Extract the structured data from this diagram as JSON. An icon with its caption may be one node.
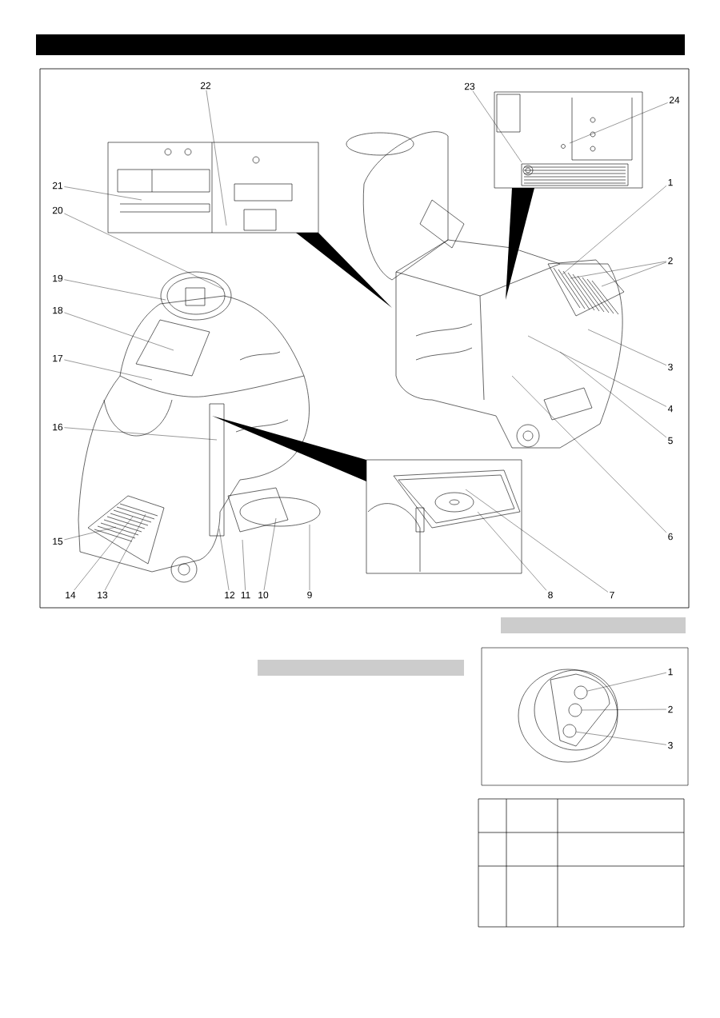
{
  "diagram": {
    "nodes": [
      {
        "text": [
          "1"
        ]
      },
      {
        "text": [
          "2"
        ]
      },
      {
        "text": [
          "3"
        ]
      },
      {
        "text": [
          "4"
        ]
      },
      {
        "text": [
          "5"
        ]
      },
      {
        "text": [
          "6"
        ]
      },
      {
        "text": [
          "7"
        ]
      },
      {
        "text": [
          "8"
        ]
      },
      {
        "text": [
          "9"
        ]
      },
      {
        "text": [
          "10"
        ]
      },
      {
        "text": [
          "11"
        ]
      },
      {
        "text": [
          "12"
        ]
      },
      {
        "text": [
          "13"
        ]
      },
      {
        "text": [
          "14"
        ]
      },
      {
        "text": [
          "15"
        ]
      },
      {
        "text": [
          "16"
        ]
      },
      {
        "text": [
          "17"
        ]
      },
      {
        "text": [
          "18"
        ]
      },
      {
        "text": [
          "19"
        ]
      },
      {
        "text": [
          "20"
        ]
      },
      {
        "text": [
          "21"
        ]
      },
      {
        "text": [
          "22"
        ]
      },
      {
        "text": [
          "23"
        ]
      },
      {
        "text": [
          "24"
        ]
      },
      {
        "text": [
          "1"
        ]
      },
      {
        "text": [
          "2"
        ]
      },
      {
        "text": [
          "3"
        ]
      },
      {
        "text": [],
        "shape": "bar"
      },
      {
        "text": [],
        "shape": "bar"
      },
      {
        "text": [],
        "shape": "circle"
      },
      {
        "text": [],
        "shape": "circle"
      },
      {
        "text": [],
        "shape": "circle"
      }
    ],
    "edges": [
      {
        "from": 0,
        "to": null,
        "arrow": "none"
      },
      {
        "from": 1,
        "to": null,
        "arrow": "none"
      },
      {
        "from": 1,
        "to": null,
        "arrow": "none"
      },
      {
        "from": 2,
        "to": null,
        "arrow": "none"
      },
      {
        "from": 3,
        "to": null,
        "arrow": "none"
      },
      {
        "from": 4,
        "to": null,
        "arrow": "none"
      },
      {
        "from": 5,
        "to": null,
        "arrow": "none"
      },
      {
        "from": 6,
        "to": null,
        "arrow": "none"
      },
      {
        "from": 7,
        "to": null,
        "arrow": "none"
      },
      {
        "from": 8,
        "to": null,
        "arrow": "none"
      },
      {
        "from": 9,
        "to": null,
        "arrow": "none"
      },
      {
        "from": 10,
        "to": null,
        "arrow": "none"
      },
      {
        "from": 11,
        "to": null,
        "arrow": "none"
      },
      {
        "from": 12,
        "to": null,
        "arrow": "none"
      },
      {
        "from": 13,
        "to": null,
        "arrow": "none"
      },
      {
        "from": 14,
        "to": null,
        "arrow": "none"
      },
      {
        "from": 15,
        "to": null,
        "arrow": "none"
      },
      {
        "from": 16,
        "to": null,
        "arrow": "none"
      },
      {
        "from": 17,
        "to": null,
        "arrow": "none"
      },
      {
        "from": 18,
        "to": null,
        "arrow": "none"
      },
      {
        "from": 19,
        "to": null,
        "arrow": "none"
      },
      {
        "from": 20,
        "to": null,
        "arrow": "none"
      },
      {
        "from": 21,
        "to": null,
        "arrow": "none"
      },
      {
        "from": 22,
        "to": null,
        "arrow": "none"
      },
      {
        "from": 23,
        "to": null,
        "arrow": "none"
      },
      {
        "from": 24,
        "to": 29,
        "arrow": "none"
      },
      {
        "from": 25,
        "to": 30,
        "arrow": "none"
      },
      {
        "from": 26,
        "to": 31,
        "arrow": "none"
      }
    ]
  }
}
